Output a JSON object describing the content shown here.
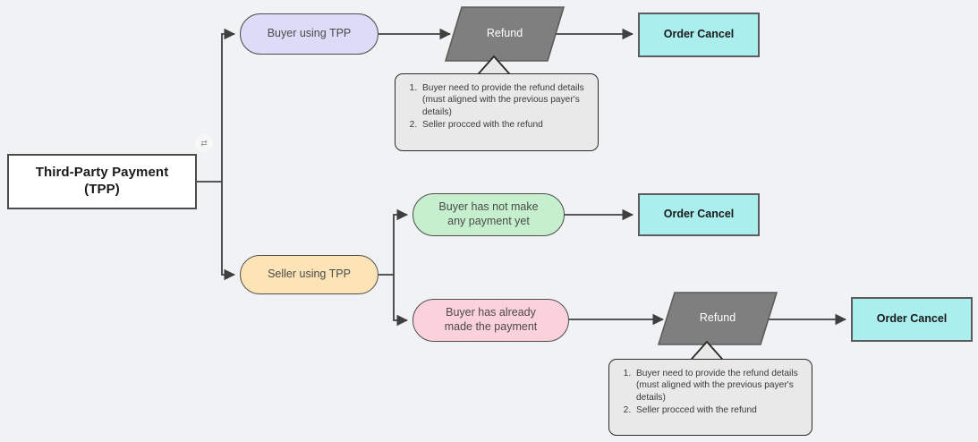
{
  "diagram": {
    "title": "Third-Party Payment (TPP) refund / cancellation flow",
    "background_color": "#f1f2f4",
    "root": {
      "label": "Third-Party Payment\n(TPP)",
      "line1": "Third-Party Payment",
      "line2": "(TPP)",
      "fill": "#ffffff",
      "stroke": "#4d4d4d"
    },
    "badge": {
      "name": "shuffle-icon",
      "glyph": "⇄"
    },
    "nodes": [
      {
        "id": "buyer-tpp",
        "label": "Buyer using TPP",
        "shape": "stadium",
        "fill": "#dcdcf8"
      },
      {
        "id": "seller-tpp",
        "label": "Seller using TPP",
        "shape": "stadium",
        "fill": "#fce4b6"
      },
      {
        "id": "no-payment",
        "line1": "Buyer has not make",
        "line2": "any payment yet",
        "shape": "stadium",
        "fill": "#c6f0cd"
      },
      {
        "id": "already-paid",
        "line1": "Buyer has already",
        "line2": "made the payment",
        "shape": "stadium",
        "fill": "#fbd2dc"
      }
    ],
    "refunds": [
      {
        "id": "refund-top",
        "label": "Refund",
        "shape": "parallelogram",
        "fill": "#7f7f7f",
        "text_color": "#ffffff"
      },
      {
        "id": "refund-bottom",
        "label": "Refund",
        "shape": "parallelogram",
        "fill": "#7f7f7f",
        "text_color": "#ffffff"
      }
    ],
    "terminals": [
      {
        "id": "cancel-1",
        "label": "Order Cancel",
        "shape": "rect",
        "fill": "#aaeeee"
      },
      {
        "id": "cancel-2",
        "label": "Order Cancel",
        "shape": "rect",
        "fill": "#aaeeee"
      },
      {
        "id": "cancel-3",
        "label": "Order Cancel",
        "shape": "rect",
        "fill": "#aaeeee"
      }
    ],
    "notes": [
      {
        "id": "note-top",
        "attached_to": "refund-top",
        "items": [
          "Buyer need to provide the refund details (must aligned with the previous payer's details)",
          "Seller procced with the refund"
        ]
      },
      {
        "id": "note-bottom",
        "attached_to": "refund-bottom",
        "items": [
          "Buyer need to provide the refund details (must aligned with the previous payer's details)",
          "Seller procced with the refund"
        ]
      }
    ],
    "edges": [
      {
        "from": "root",
        "to": "buyer-tpp"
      },
      {
        "from": "root",
        "to": "seller-tpp"
      },
      {
        "from": "buyer-tpp",
        "to": "refund-top"
      },
      {
        "from": "refund-top",
        "to": "cancel-1"
      },
      {
        "from": "seller-tpp",
        "to": "no-payment"
      },
      {
        "from": "seller-tpp",
        "to": "already-paid"
      },
      {
        "from": "no-payment",
        "to": "cancel-2"
      },
      {
        "from": "already-paid",
        "to": "refund-bottom"
      },
      {
        "from": "refund-bottom",
        "to": "cancel-3"
      }
    ]
  }
}
